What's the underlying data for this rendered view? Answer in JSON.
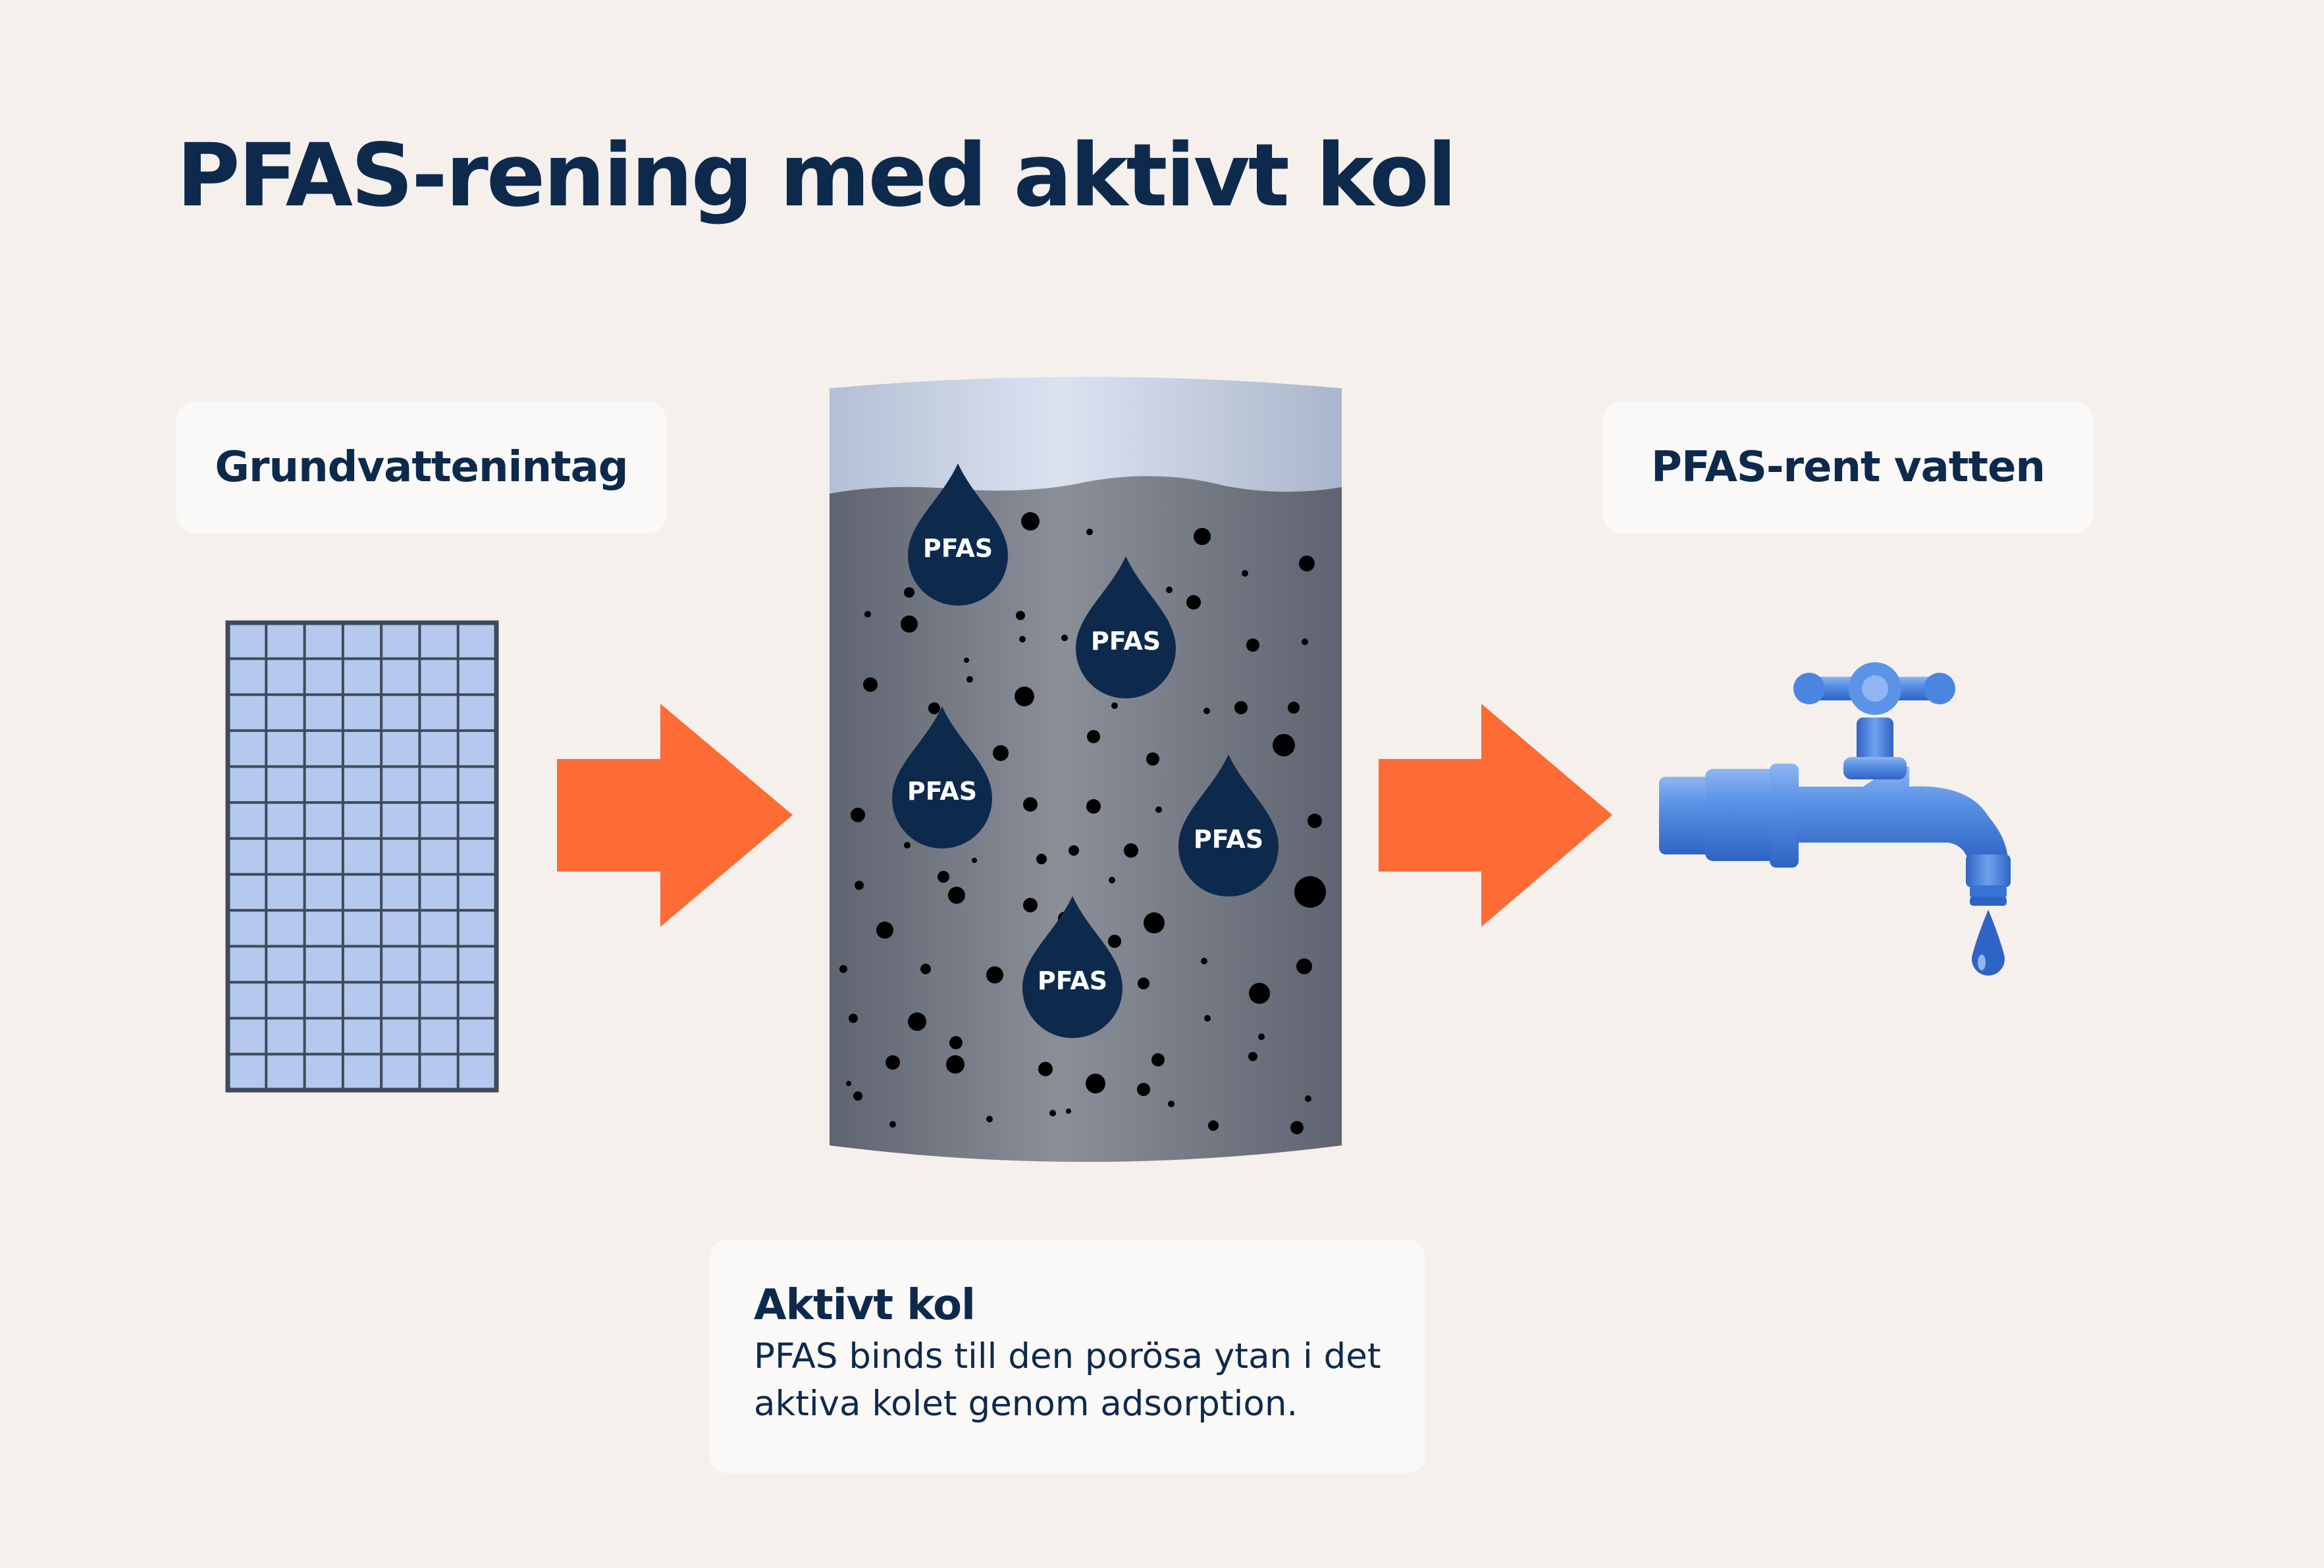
{
  "title": "PFAS-rening med aktivt kol",
  "labels": {
    "intake": "Grundvattenintag",
    "clean": "PFAS-rent vatten"
  },
  "info": {
    "heading": "Aktivt kol",
    "description": "PFAS binds till den porösa ytan i det aktiva kolet genom adsorption."
  },
  "pfas_label": "PFAS",
  "icons": {
    "intake": "grid-filter-icon",
    "arrow": "arrow-right-icon",
    "tank": "activated-carbon-tank-icon",
    "tap": "water-tap-icon"
  },
  "colors": {
    "background": "#f5f0ec",
    "navy": "#0d2a4d",
    "arrow": "#ff6b35",
    "grid_fill": "#b5c9ee",
    "grid_line": "#3f4a5c",
    "tap_blue": "#4a86e0",
    "carbon_gray": "#7a7f88",
    "water_light": "#c8d2e4"
  }
}
